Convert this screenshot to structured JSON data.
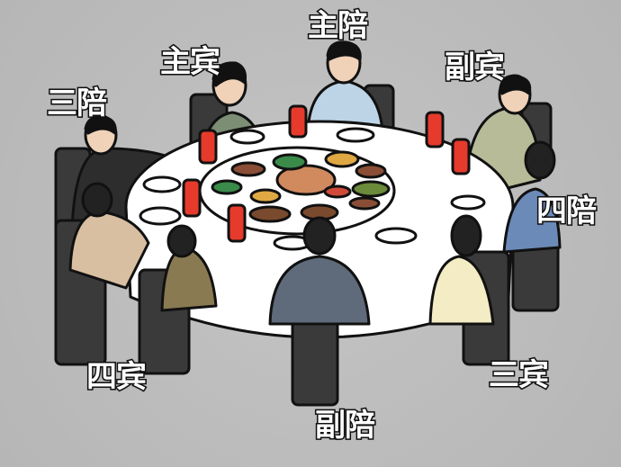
{
  "illustration": {
    "subject": "round banquet table seating arrangement",
    "colors": {
      "background": "#b9b9b9",
      "tablecloth": "#ffffff",
      "outline": "#111111",
      "bottle": "#e53a2c",
      "chair": "#3a3a3a"
    }
  },
  "seats": {
    "zhupei": "主陪",
    "zhubin": "主宾",
    "fubin": "副宾",
    "sanpei": "三陪",
    "sipei": "四陪",
    "sibin": "四宾",
    "sanbin": "三宾",
    "fupei": "副陪"
  }
}
